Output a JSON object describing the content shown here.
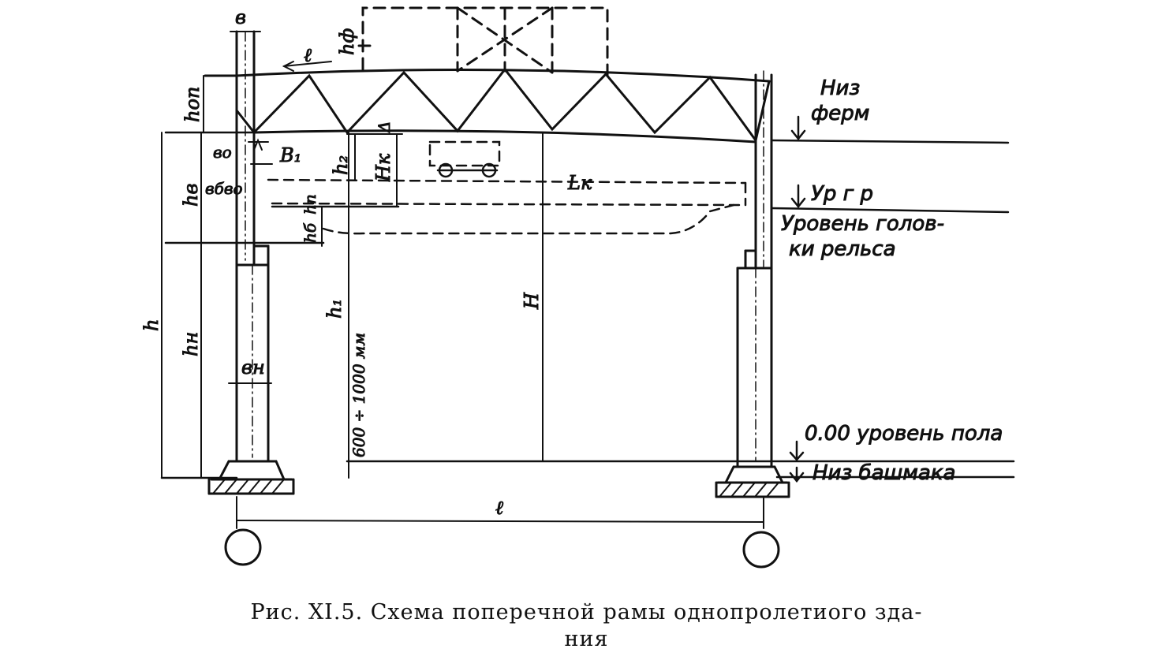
{
  "labels": {
    "b_v": "в",
    "b_v_sub": "в",
    "h_f": "hф",
    "l_arrow": "ℓ",
    "h_op": "hоп",
    "delta": "Δ",
    "b_o": "во",
    "B1": "В₁",
    "h2": "h₂",
    "H_k": "Hк",
    "L_k": "Lк",
    "h_v": "hв",
    "b_b_b_o": "вбво",
    "h_p": "hп",
    "h_b": "hб",
    "h": "h",
    "h_n": "hн",
    "b_n": "вн",
    "h1": "h₁",
    "range_mm": "600 ÷ 1000 мм",
    "H": "H",
    "l_span": "ℓ"
  },
  "notes": {
    "niz_ferm_1": "Низ",
    "niz_ferm_2": "ферм",
    "ur_gr": "Ур г р",
    "rail_1": "Уровень голов-",
    "rail_2": "ки рельса",
    "floor": "0.00 уровень пола",
    "shoe": "Низ башмака"
  },
  "caption": {
    "line1": "Рис. XI.5. Схема поперечной рамы однопролетиого зда-",
    "line2": "ния"
  }
}
